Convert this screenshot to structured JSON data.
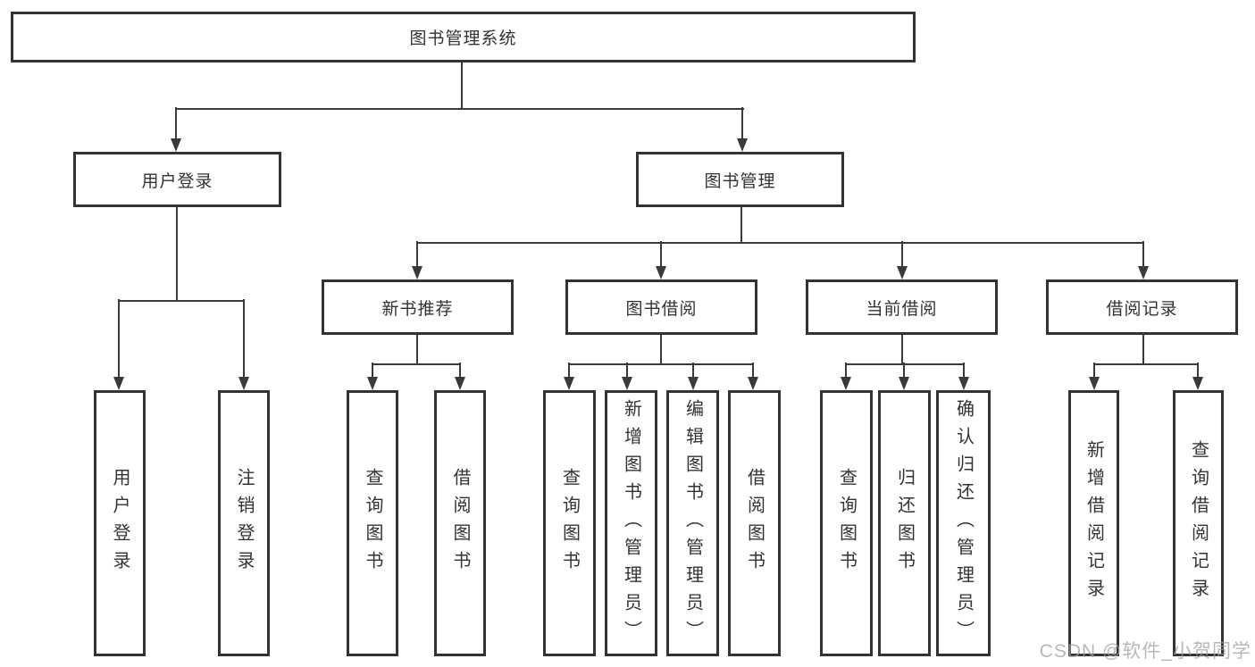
{
  "diagram": {
    "colors": {
      "line": "#3a3a3a",
      "border": "#333333",
      "text": "#333333",
      "background": "#ffffff",
      "watermark": "#a0a0a0"
    },
    "nodes": {
      "root": "图书管理系统",
      "level2": [
        "用户登录",
        "图书管理"
      ],
      "level3": [
        "新书推荐",
        "图书借阅",
        "当前借阅",
        "借阅记录"
      ],
      "leaves": {
        "user_login": [
          "用户登录",
          "注销登录"
        ],
        "new_book": [
          "查询图书",
          "借阅图书"
        ],
        "book_borrow": [
          "查询图书",
          "新增图书（管理员）",
          "编辑图书（管理员）",
          "借阅图书"
        ],
        "current_borrow": [
          "查询图书",
          "归还图书",
          "确认归还（管理员）"
        ],
        "borrow_records": [
          "新增借阅记录",
          "查询借阅记录"
        ]
      }
    },
    "watermark": "CSDN @软件_小贺同学"
  }
}
